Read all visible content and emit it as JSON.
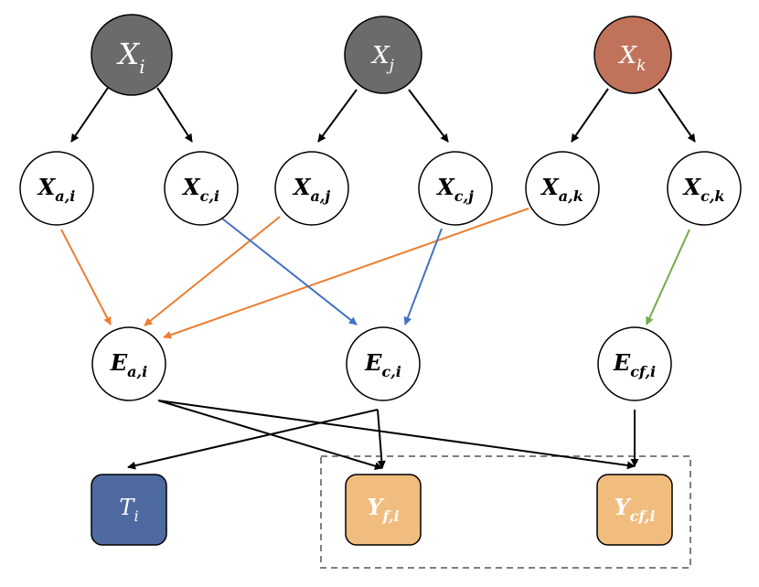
{
  "colors": {
    "dark_gray": "#6b6b6b",
    "terracotta": "#c0735a",
    "blue_box": "#4e6aa0",
    "orange_box": "#f1bd7f",
    "orange_edge": "#ed7d31",
    "blue_edge": "#4472c4",
    "green_edge": "#70ad47",
    "black": "#000000"
  },
  "nodes": {
    "xi": {
      "base": "X",
      "sub": "i"
    },
    "xj": {
      "base": "X",
      "sub": "j"
    },
    "xk": {
      "base": "X",
      "sub": "k"
    },
    "xai": {
      "base": "X",
      "sub": "a,i"
    },
    "xci": {
      "base": "X",
      "sub": "c,i"
    },
    "xaj": {
      "base": "X",
      "sub": "a,j"
    },
    "xcj": {
      "base": "X",
      "sub": "c,j"
    },
    "xak": {
      "base": "X",
      "sub": "a,k"
    },
    "xck": {
      "base": "X",
      "sub": "c,k"
    },
    "eai": {
      "base": "E",
      "sub": "a,i"
    },
    "eci": {
      "base": "E",
      "sub": "c,i"
    },
    "ecfi": {
      "base": "E",
      "sub": "cf,i"
    },
    "ti": {
      "base": "T",
      "sub": "i"
    },
    "yfi": {
      "base": "Y",
      "sub": "f,i"
    },
    "ycfi": {
      "base": "Y",
      "sub": "cf,i"
    }
  }
}
